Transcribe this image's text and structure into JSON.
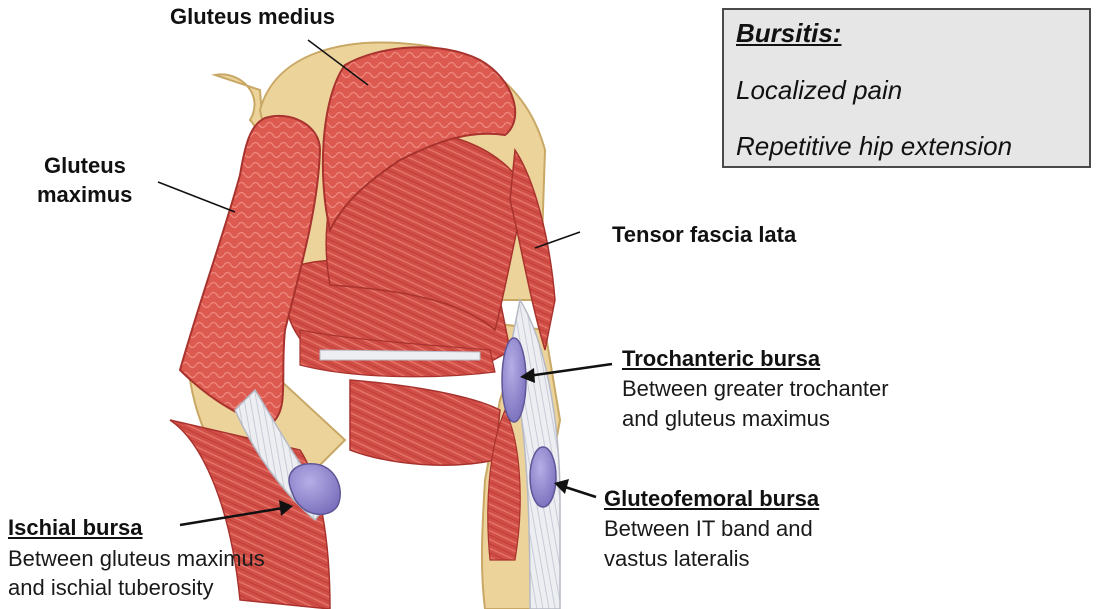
{
  "labels": {
    "gluteus_medius": "Gluteus medius",
    "gluteus_maximus_line1": "Gluteus",
    "gluteus_maximus_line2": "maximus",
    "tensor_fascia_lata": "Tensor fascia lata"
  },
  "bursae": {
    "trochanteric": {
      "title": "Trochanteric bursa",
      "desc1": "Between greater trochanter",
      "desc2": "and gluteus maximus"
    },
    "gluteofemoral": {
      "title": "Gluteofemoral bursa",
      "desc1": "Between IT band and",
      "desc2": "vastus lateralis"
    },
    "ischial": {
      "title": "Ischial bursa",
      "desc1": "Between gluteus maximus",
      "desc2": "and ischial tuberosity"
    }
  },
  "info_box": {
    "title": "Bursitis:",
    "line1": "Localized pain",
    "line2": "Repetitive hip extension"
  },
  "colors": {
    "muscle": "#d9584e",
    "muscle_dark": "#b83a34",
    "bone": "#ecd39a",
    "tendon": "#e4e4ea",
    "bursa": "#8d84c9"
  }
}
